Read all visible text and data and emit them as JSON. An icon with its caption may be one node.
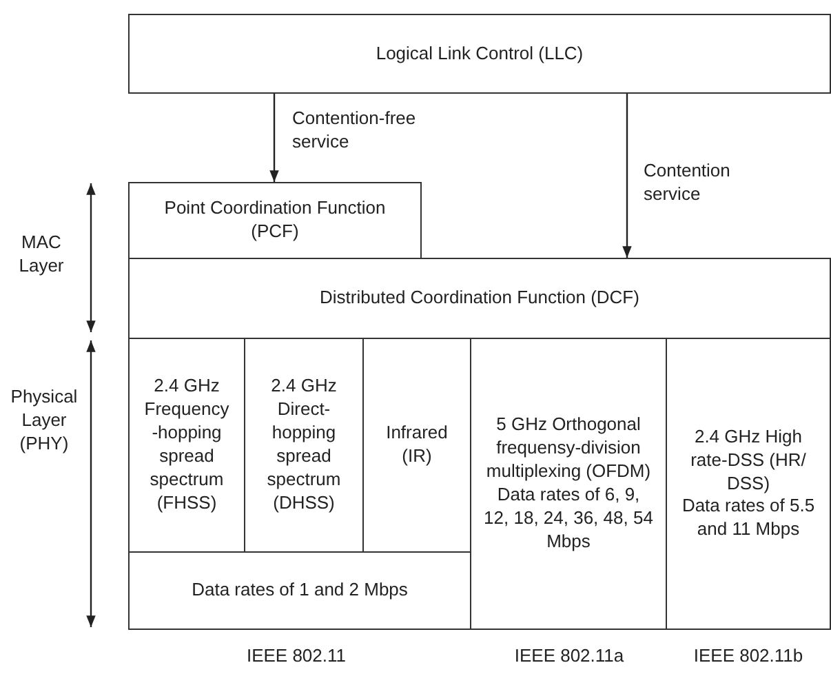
{
  "diagram": {
    "nodes": [
      {
        "text": [
          "Logical Link Control (LLC)"
        ]
      },
      {
        "text": [
          "Point Coordination Function (PCF)"
        ]
      },
      {
        "text": [
          "Distributed Coordination Function (DCF)"
        ]
      },
      {
        "text": [
          "2.4 GHz Frequency -hopping spread spectrum (FHSS)"
        ]
      },
      {
        "text": [
          "2.4 GHz Direct- hopping spread spectrum (DHSS)"
        ]
      },
      {
        "text": [
          "Infrared (IR)"
        ]
      },
      {
        "text": [
          "Data rates of 1 and 2 Mbps"
        ]
      },
      {
        "text": [
          "5 GHz Orthogonal frequensy-division multiplexing (OFDM)",
          "Data rates of 6, 9, 12, 18, 24, 36, 48, 54 Mbps"
        ]
      },
      {
        "text": [
          "2.4 GHz High rate-DSS (HR/ DSS)",
          "Data rates of 5.5 and 11 Mbps"
        ]
      }
    ],
    "edges": [
      {
        "from": 0,
        "to": 1,
        "arrow": "to",
        "label": "Contention-free service"
      },
      {
        "from": 0,
        "to": 2,
        "arrow": "to",
        "label": "Contention service"
      }
    ],
    "labels": [
      "MAC Layer",
      "Physical Layer (PHY)",
      "IEEE 802.11",
      "IEEE 802.11a",
      "IEEE 802.11b"
    ]
  }
}
